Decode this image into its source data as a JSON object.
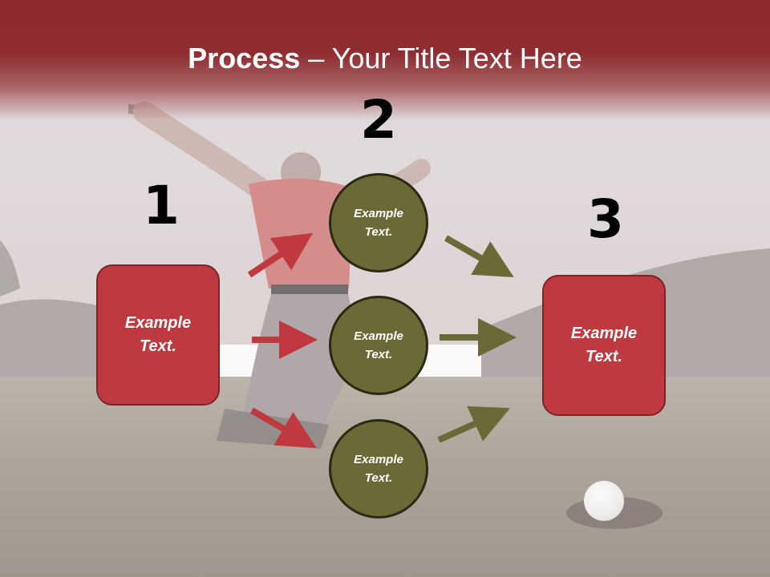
{
  "title": {
    "bold": "Process",
    "rest": " – Your Title Text Here"
  },
  "steps": {
    "one": "1",
    "two": "2",
    "three": "3"
  },
  "boxes": {
    "left": "Example Text.",
    "right": "Example Text."
  },
  "circles": {
    "top": "Example Text.",
    "middle": "Example Text.",
    "bottom": "Example Text."
  },
  "colors": {
    "title_band": "#8b2b2f",
    "box_fill": "#bf3a40",
    "circle_fill": "#6b6a36",
    "red_arrow": "#c0393f",
    "olive_arrow": "#6b6a36"
  }
}
